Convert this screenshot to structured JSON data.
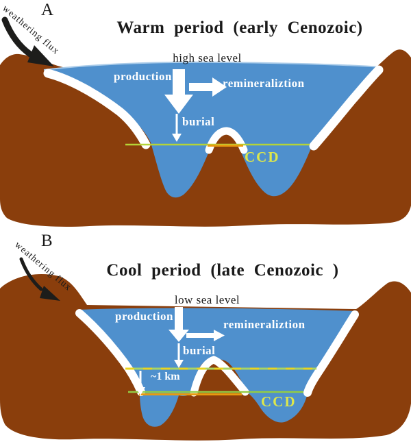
{
  "colors": {
    "land_brown": "#8a3e0c",
    "ocean_blue": "#4f90cd",
    "ccd_line_a": "#b5d437",
    "ccd_line_b": "#93cc45",
    "ccd_orange": "#e89b10",
    "dash_yellow": "#ead51f",
    "dash_green": "#a8d465",
    "ccd_text": "#dde74b",
    "arrow_black": "#1d1d1b",
    "white": "#ffffff"
  },
  "panel_a": {
    "label": "A",
    "weathering_flux": "weathering flux",
    "title": "Warm period (early Cenozoic)",
    "sea_level": "high sea level",
    "production": "production",
    "remineralization": "remineraliztion",
    "burial": "burial",
    "ccd": "CCD"
  },
  "panel_b": {
    "label": "B",
    "weathering_flux": "weathering flux",
    "title": "Cool period (late Cenozoic )",
    "sea_level": "low sea level",
    "production": "production",
    "remineralization": "remineraliztion",
    "burial": "burial",
    "ccd_drop": "~1 km",
    "ccd": "CCD"
  }
}
